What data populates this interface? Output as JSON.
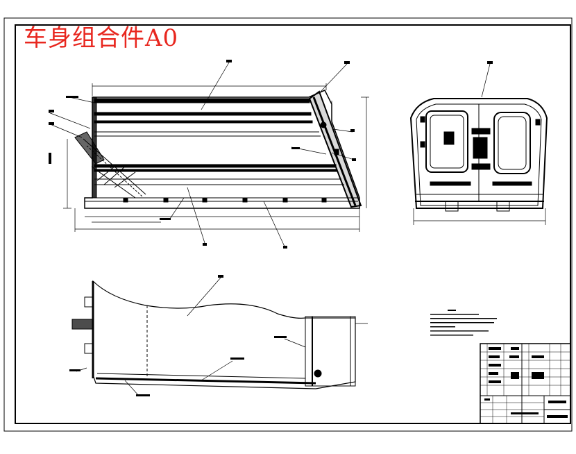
{
  "drawing": {
    "title": "车身组合件A0",
    "title_color": "#e8271f",
    "line_color": "#000000",
    "background": "#ffffff"
  },
  "views": [
    "side-view",
    "rear-view",
    "plan-view",
    "technical-notes",
    "title-block"
  ]
}
